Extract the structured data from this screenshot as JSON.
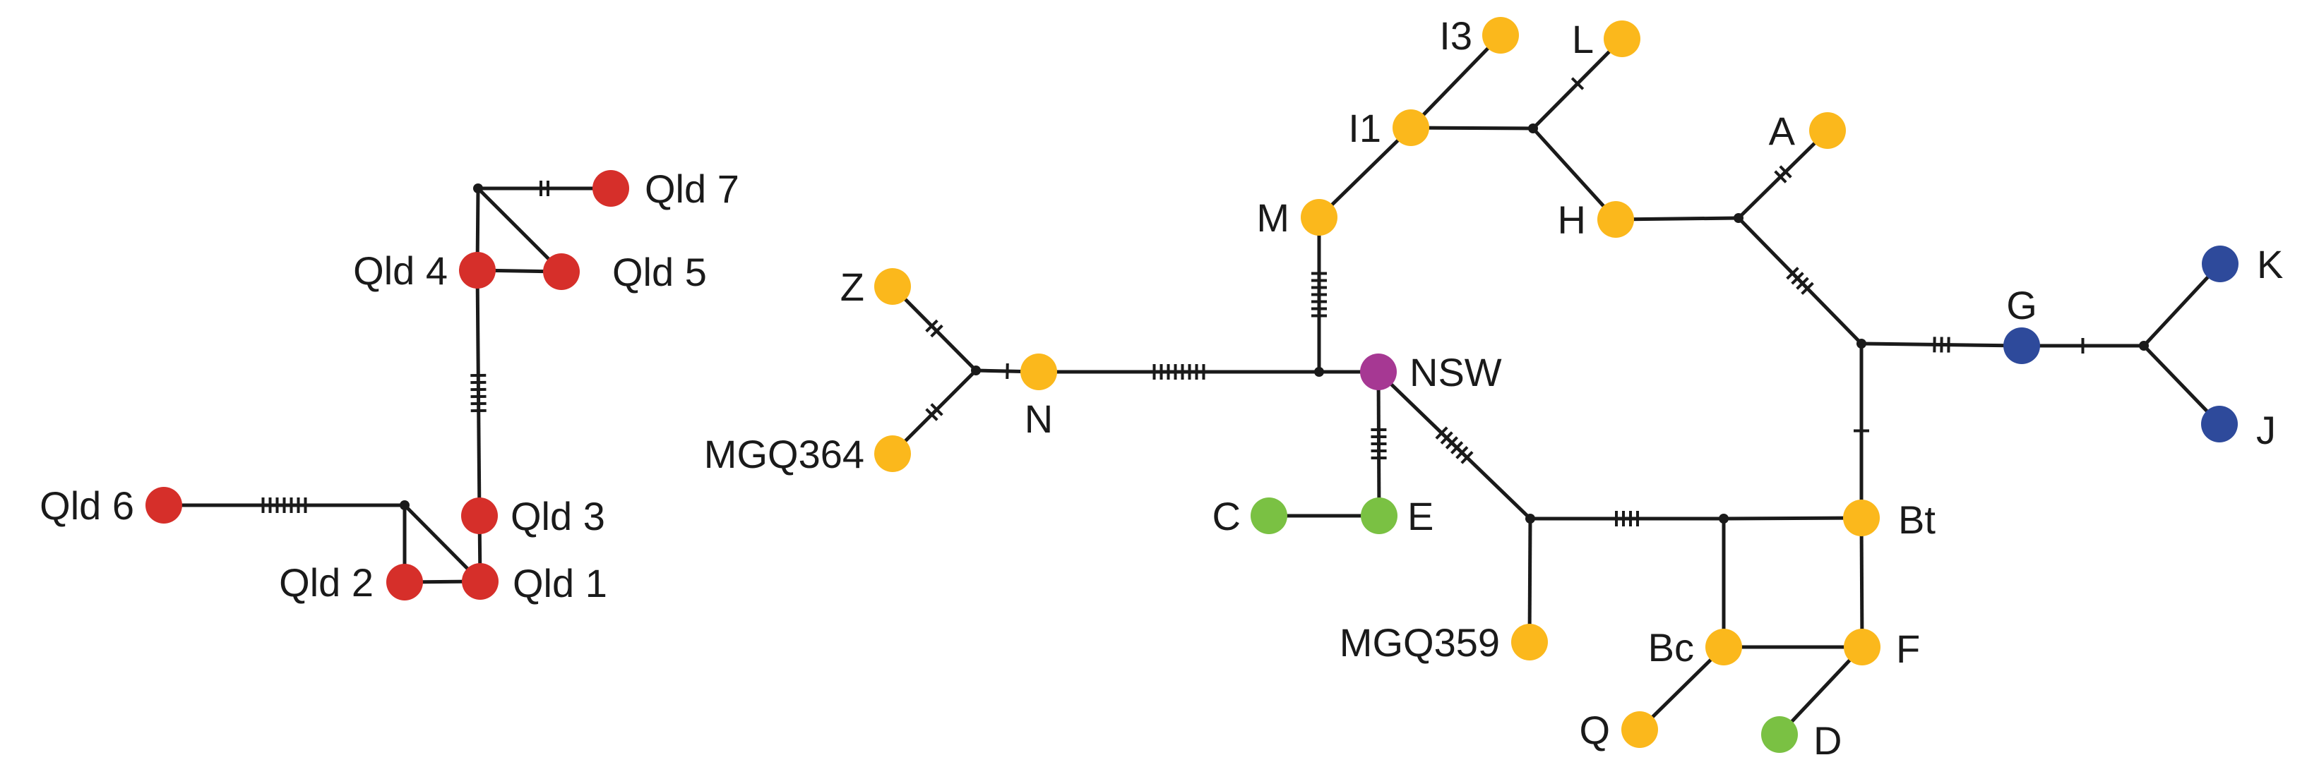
{
  "colors": {
    "queensland": "#d62f2a",
    "yellow": "#fbb81c",
    "green": "#7ac143",
    "blue": "#2e4a9b",
    "purple": "#a63893",
    "edge": "#1a1a1a"
  },
  "nodes": [
    {
      "id": "qld7",
      "label": "Qld 7",
      "color": "queensland"
    },
    {
      "id": "qld4",
      "label": "Qld 4",
      "color": "queensland"
    },
    {
      "id": "qld5",
      "label": "Qld 5",
      "color": "queensland"
    },
    {
      "id": "qld6",
      "label": "Qld 6",
      "color": "queensland"
    },
    {
      "id": "qld3",
      "label": "Qld 3",
      "color": "queensland"
    },
    {
      "id": "qld2",
      "label": "Qld 2",
      "color": "queensland"
    },
    {
      "id": "qld1",
      "label": "Qld 1",
      "color": "queensland"
    },
    {
      "id": "z",
      "label": "Z",
      "color": "yellow"
    },
    {
      "id": "mgq364",
      "label": "MGQ364",
      "color": "yellow"
    },
    {
      "id": "n",
      "label": "N",
      "color": "yellow"
    },
    {
      "id": "m",
      "label": "M",
      "color": "yellow"
    },
    {
      "id": "i1",
      "label": "I1",
      "color": "yellow"
    },
    {
      "id": "i3",
      "label": "I3",
      "color": "yellow"
    },
    {
      "id": "l",
      "label": "L",
      "color": "yellow"
    },
    {
      "id": "h",
      "label": "H",
      "color": "yellow"
    },
    {
      "id": "a",
      "label": "A",
      "color": "yellow"
    },
    {
      "id": "nsw",
      "label": "NSW",
      "color": "purple"
    },
    {
      "id": "e",
      "label": "E",
      "color": "green"
    },
    {
      "id": "c",
      "label": "C",
      "color": "green"
    },
    {
      "id": "mgq359",
      "label": "MGQ359",
      "color": "yellow"
    },
    {
      "id": "bt",
      "label": "Bt",
      "color": "yellow"
    },
    {
      "id": "bc",
      "label": "Bc",
      "color": "yellow"
    },
    {
      "id": "f",
      "label": "F",
      "color": "yellow"
    },
    {
      "id": "q",
      "label": "Q",
      "color": "yellow"
    },
    {
      "id": "d",
      "label": "D",
      "color": "green"
    },
    {
      "id": "g",
      "label": "G",
      "color": "blue"
    },
    {
      "id": "k",
      "label": "K",
      "color": "blue"
    },
    {
      "id": "j",
      "label": "J",
      "color": "blue"
    }
  ],
  "edges": [
    {
      "from": "j_qtop",
      "to": "qld7",
      "mutations": 2
    },
    {
      "from": "j_qtop",
      "to": "qld4",
      "mutations": 0
    },
    {
      "from": "j_qtop",
      "to": "qld5",
      "mutations": 0
    },
    {
      "from": "qld4",
      "to": "qld5",
      "mutations": 0
    },
    {
      "from": "qld4",
      "to": "qld3",
      "mutations": 6
    },
    {
      "from": "qld3",
      "to": "qld1",
      "mutations": 0
    },
    {
      "from": "qld6",
      "to": "j_qbot",
      "mutations": 7
    },
    {
      "from": "j_qbot",
      "to": "qld2",
      "mutations": 0
    },
    {
      "from": "j_qbot",
      "to": "qld1",
      "mutations": 0
    },
    {
      "from": "qld2",
      "to": "qld1",
      "mutations": 0
    },
    {
      "from": "j_zn",
      "to": "z",
      "mutations": 2
    },
    {
      "from": "j_zn",
      "to": "mgq364",
      "mutations": 2
    },
    {
      "from": "j_zn",
      "to": "n",
      "mutations": 1
    },
    {
      "from": "n",
      "to": "j_nm",
      "mutations": 8
    },
    {
      "from": "j_nm",
      "to": "m",
      "mutations": 7
    },
    {
      "from": "j_nm",
      "to": "nsw",
      "mutations": 0
    },
    {
      "from": "m",
      "to": "i1",
      "mutations": 0
    },
    {
      "from": "i1",
      "to": "i3",
      "mutations": 0
    },
    {
      "from": "i1",
      "to": "j_lh",
      "mutations": 0
    },
    {
      "from": "j_lh",
      "to": "l",
      "mutations": 1
    },
    {
      "from": "j_lh",
      "to": "h",
      "mutations": 0
    },
    {
      "from": "h",
      "to": "j_ha",
      "mutations": 0
    },
    {
      "from": "j_ha",
      "to": "a",
      "mutations": 2
    },
    {
      "from": "j_ha",
      "to": "j_gbt",
      "mutations": 4
    },
    {
      "from": "j_gbt",
      "to": "g",
      "mutations": 3
    },
    {
      "from": "j_gbt",
      "to": "bt",
      "mutations": 1
    },
    {
      "from": "g",
      "to": "j_kj",
      "mutations": 1
    },
    {
      "from": "j_kj",
      "to": "k",
      "mutations": 0
    },
    {
      "from": "j_kj",
      "to": "j",
      "mutations": 0
    },
    {
      "from": "nsw",
      "to": "e",
      "mutations": 5
    },
    {
      "from": "e",
      "to": "c",
      "mutations": 0
    },
    {
      "from": "nsw",
      "to": "j_ms",
      "mutations": 6
    },
    {
      "from": "j_ms",
      "to": "mgq359",
      "mutations": 0
    },
    {
      "from": "j_ms",
      "to": "j_bc",
      "mutations": 4
    },
    {
      "from": "j_bc",
      "to": "bt",
      "mutations": 0
    },
    {
      "from": "j_bc",
      "to": "bc",
      "mutations": 0
    },
    {
      "from": "bt",
      "to": "f",
      "mutations": 0
    },
    {
      "from": "bc",
      "to": "f",
      "mutations": 0
    },
    {
      "from": "bc",
      "to": "q",
      "mutations": 0
    },
    {
      "from": "f",
      "to": "d",
      "mutations": 0
    }
  ]
}
